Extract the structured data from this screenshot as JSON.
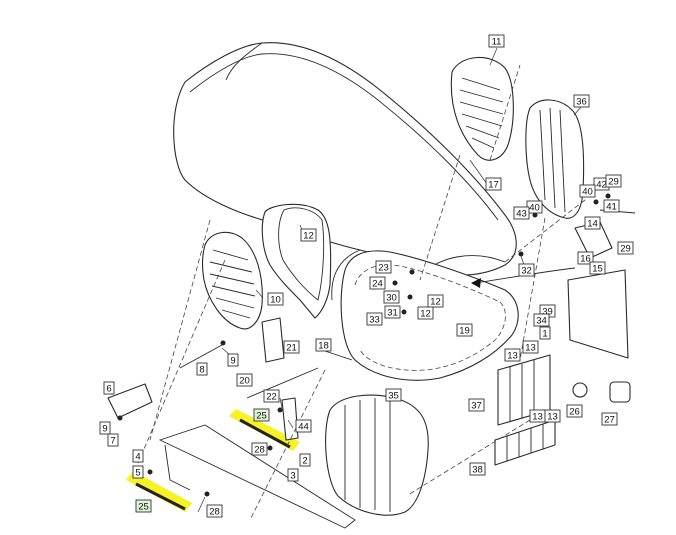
{
  "diagram": {
    "highlight_color": "#f4f000",
    "callouts": [
      {
        "id": "c11",
        "label": "11"
      },
      {
        "id": "c36",
        "label": "36"
      },
      {
        "id": "c17",
        "label": "17"
      },
      {
        "id": "c42",
        "label": "42"
      },
      {
        "id": "c29a",
        "label": "29"
      },
      {
        "id": "c40a",
        "label": "40"
      },
      {
        "id": "c40b",
        "label": "40"
      },
      {
        "id": "c41",
        "label": "41"
      },
      {
        "id": "c43",
        "label": "43"
      },
      {
        "id": "c14",
        "label": "14"
      },
      {
        "id": "c12a",
        "label": "12"
      },
      {
        "id": "c32",
        "label": "32"
      },
      {
        "id": "c16",
        "label": "16"
      },
      {
        "id": "c15",
        "label": "15"
      },
      {
        "id": "c29b",
        "label": "29"
      },
      {
        "id": "c23",
        "label": "23"
      },
      {
        "id": "c24",
        "label": "24"
      },
      {
        "id": "c30",
        "label": "30"
      },
      {
        "id": "c12b",
        "label": "12"
      },
      {
        "id": "c31",
        "label": "31"
      },
      {
        "id": "c12c",
        "label": "12"
      },
      {
        "id": "c39",
        "label": "39"
      },
      {
        "id": "c34",
        "label": "34"
      },
      {
        "id": "c1",
        "label": "1"
      },
      {
        "id": "c10",
        "label": "10"
      },
      {
        "id": "c33",
        "label": "33"
      },
      {
        "id": "c19",
        "label": "19"
      },
      {
        "id": "c21",
        "label": "21"
      },
      {
        "id": "c9a",
        "label": "9"
      },
      {
        "id": "c8",
        "label": "8"
      },
      {
        "id": "c18",
        "label": "18"
      },
      {
        "id": "c13a",
        "label": "13"
      },
      {
        "id": "c13b",
        "label": "13"
      },
      {
        "id": "c20",
        "label": "20"
      },
      {
        "id": "c6",
        "label": "6"
      },
      {
        "id": "c35",
        "label": "35"
      },
      {
        "id": "c37",
        "label": "37"
      },
      {
        "id": "c26",
        "label": "26"
      },
      {
        "id": "c27",
        "label": "27"
      },
      {
        "id": "c22",
        "label": "22"
      },
      {
        "id": "c25a",
        "label": "25"
      },
      {
        "id": "c44",
        "label": "44"
      },
      {
        "id": "c9b",
        "label": "9"
      },
      {
        "id": "c7",
        "label": "7"
      },
      {
        "id": "c13c",
        "label": "13"
      },
      {
        "id": "c13d",
        "label": "13"
      },
      {
        "id": "c28a",
        "label": "28"
      },
      {
        "id": "c2",
        "label": "2"
      },
      {
        "id": "c3",
        "label": "3"
      },
      {
        "id": "c4",
        "label": "4"
      },
      {
        "id": "c5",
        "label": "5"
      },
      {
        "id": "c38",
        "label": "38"
      },
      {
        "id": "c25b",
        "label": "25"
      },
      {
        "id": "c28b",
        "label": "28"
      }
    ]
  }
}
